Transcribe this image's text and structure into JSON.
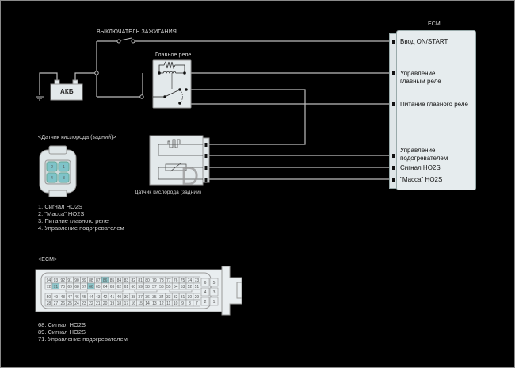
{
  "ignition_switch_label": "ВЫКЛЮЧАТЕЛЬ ЗАЖИГАНИЯ",
  "main_relay_label": "Главное реле",
  "battery_label": "АКБ",
  "ecm": {
    "title": "ECM",
    "pins": [
      "Ввод ON/START",
      "Управление главным реле",
      "Питание главного реле",
      "Управление подогревателем",
      "Сигнал HO2S",
      "\"Масса\" HO2S"
    ],
    "pin_lines": {
      "relay_control": [
        "Управление",
        "главным реле"
      ],
      "heater_control": [
        "Управление",
        "подогревателем"
      ]
    }
  },
  "sensor": {
    "connector_title": "<Датчик кислорода (задний)>",
    "caption": "Датчик кислорода (задний)",
    "watermark": "D",
    "connector_pins": [
      "2",
      "1",
      "4",
      "3"
    ],
    "pin_list": [
      "1. Сигнал HO2S",
      "2. \"Масса\" HO2S",
      "3. Питание главного реле",
      "4. Управление подогревателем"
    ]
  },
  "ecm_connector": {
    "title": "<ECM>",
    "rows": [
      [
        "94",
        "93",
        "92",
        "91",
        "90",
        "89",
        "88",
        "87",
        "86",
        "85",
        "84",
        "83",
        "82",
        "81",
        "80",
        "79",
        "78",
        "77",
        "76",
        "75",
        "74",
        "73"
      ],
      [
        "72",
        "71",
        "70",
        "69",
        "68",
        "67",
        "66",
        "65",
        "64",
        "63",
        "62",
        "61",
        "60",
        "59",
        "58",
        "57",
        "56",
        "55",
        "54",
        "53",
        "52",
        "51"
      ],
      [
        "50",
        "49",
        "48",
        "47",
        "46",
        "45",
        "44",
        "43",
        "42",
        "41",
        "40",
        "39",
        "38",
        "37",
        "36",
        "35",
        "34",
        "33",
        "32",
        "31",
        "30",
        "29"
      ],
      [
        "28",
        "27",
        "26",
        "25",
        "24",
        "23",
        "22",
        "21",
        "20",
        "19",
        "18",
        "17",
        "16",
        "15",
        "14",
        "13",
        "12",
        "11",
        "10",
        "9",
        "8",
        "7"
      ]
    ],
    "small_block": [
      [
        "6",
        "5"
      ],
      [
        "4",
        "3"
      ],
      [
        "2",
        "1"
      ]
    ],
    "highlighted_pins": [
      "86",
      "71",
      "66"
    ],
    "pin_list": [
      "68. Сигнал HO2S",
      "89. Сигнал HO2S",
      "71. Управление подогревателем"
    ]
  }
}
